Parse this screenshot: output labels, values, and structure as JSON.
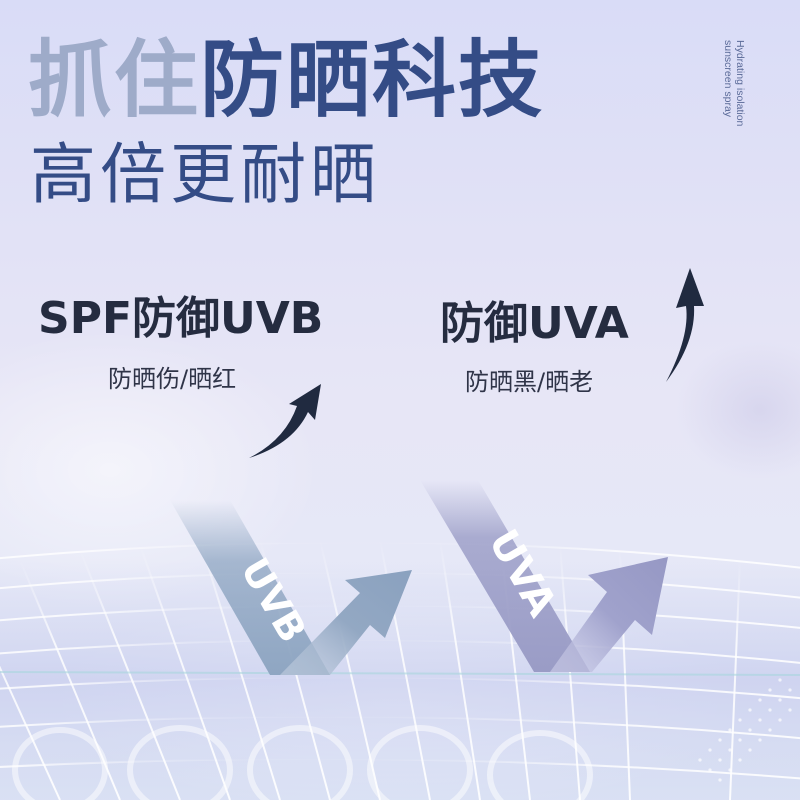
{
  "header": {
    "headline_muted": "抓住",
    "headline_strong": "防晒科技",
    "subheadline": "高倍更耐晒",
    "vertical_caption_line1": "Hydrating isolation",
    "vertical_caption_line2": "sunscreen spray"
  },
  "features": [
    {
      "title": "SPF防御UVB",
      "subtitle": "防晒伤/晒红",
      "band_label": "UVB",
      "band_color": "#8fa6c2"
    },
    {
      "title": "防御UVA",
      "subtitle": "防晒黑/晒老",
      "band_label": "UVA",
      "band_color": "#9a9cc6"
    }
  ],
  "colors": {
    "headline_muted": "#9eabc9",
    "headline_strong": "#344c86",
    "feature_text": "#252c40",
    "arrow_dark": "#202a40"
  }
}
